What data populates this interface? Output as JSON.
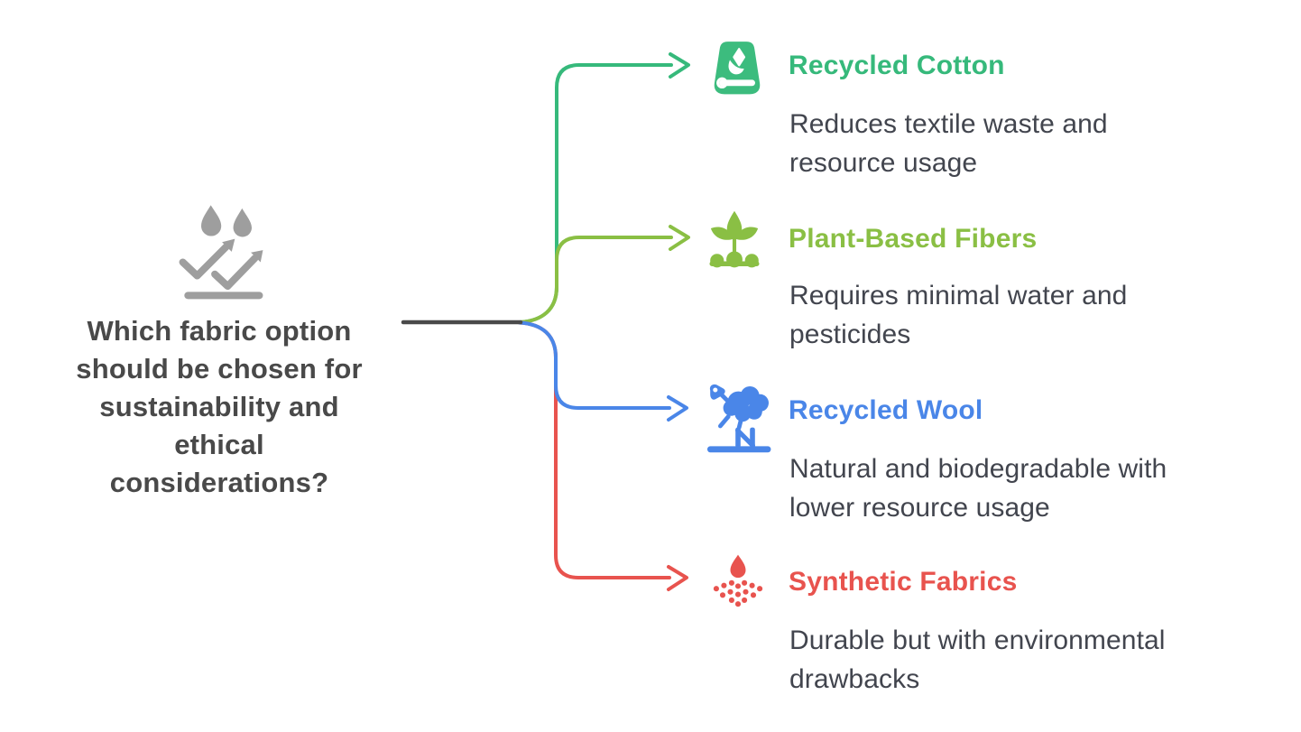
{
  "diagram": {
    "type": "decision-mindmap",
    "background_color": "#ffffff",
    "trunk_color": "#4a4a4a"
  },
  "question": {
    "icon": "fabric-care-icon",
    "icon_color": "#9e9e9e",
    "text": "Which fabric option should be chosen for sustainability and ethical considerations?",
    "lines": [
      "Which fabric option",
      "should be chosen for",
      "sustainability and",
      "ethical",
      "considerations?"
    ],
    "text_color": "#494949"
  },
  "branches": [
    {
      "title": "Recycled Cotton",
      "description": "Reduces textile waste and resource usage",
      "description_lines": [
        "Reduces textile waste and",
        "resource usage"
      ],
      "color": "#36b97b",
      "icon": "recycled-cotton-fabric-icon"
    },
    {
      "title": "Plant-Based Fibers",
      "description": "Requires minimal water and pesticides",
      "description_lines": [
        "Requires minimal water and",
        "pesticides"
      ],
      "color": "#8abf44",
      "icon": "seedling-icon"
    },
    {
      "title": "Recycled Wool",
      "description": "Natural and biodegradable with lower resource usage",
      "description_lines": [
        "Natural and biodegradable with",
        "lower resource usage"
      ],
      "color": "#4a86e8",
      "icon": "sheep-icon"
    },
    {
      "title": "Synthetic Fabrics",
      "description": "Durable but with environmental drawbacks",
      "description_lines": [
        "Durable but with environmental",
        "drawbacks"
      ],
      "color": "#e8534e",
      "icon": "spray-droplet-icon"
    }
  ]
}
